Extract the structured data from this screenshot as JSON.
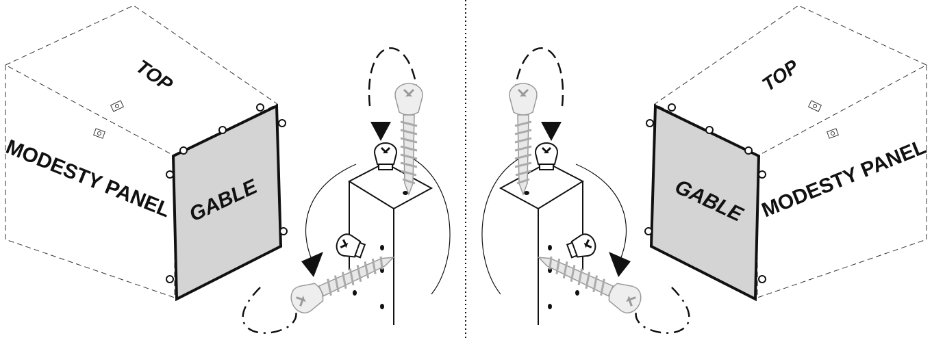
{
  "labels": {
    "left": {
      "top": "TOP",
      "modesty_panel": "MODESTY PANEL",
      "gable": "GABLE"
    },
    "right": {
      "top": "TOP",
      "modesty_panel": "MODESTY PANEL",
      "gable": "GABLE"
    }
  },
  "colors": {
    "line": "#111111",
    "gable_fill": "#d4d4d4",
    "box_fill": "#ffffff",
    "ghost_screw": "#e6e6e6"
  },
  "icons": [
    "screw-icon",
    "cam-bolt-icon",
    "arrow-icon",
    "rotation-arc-icon"
  ]
}
